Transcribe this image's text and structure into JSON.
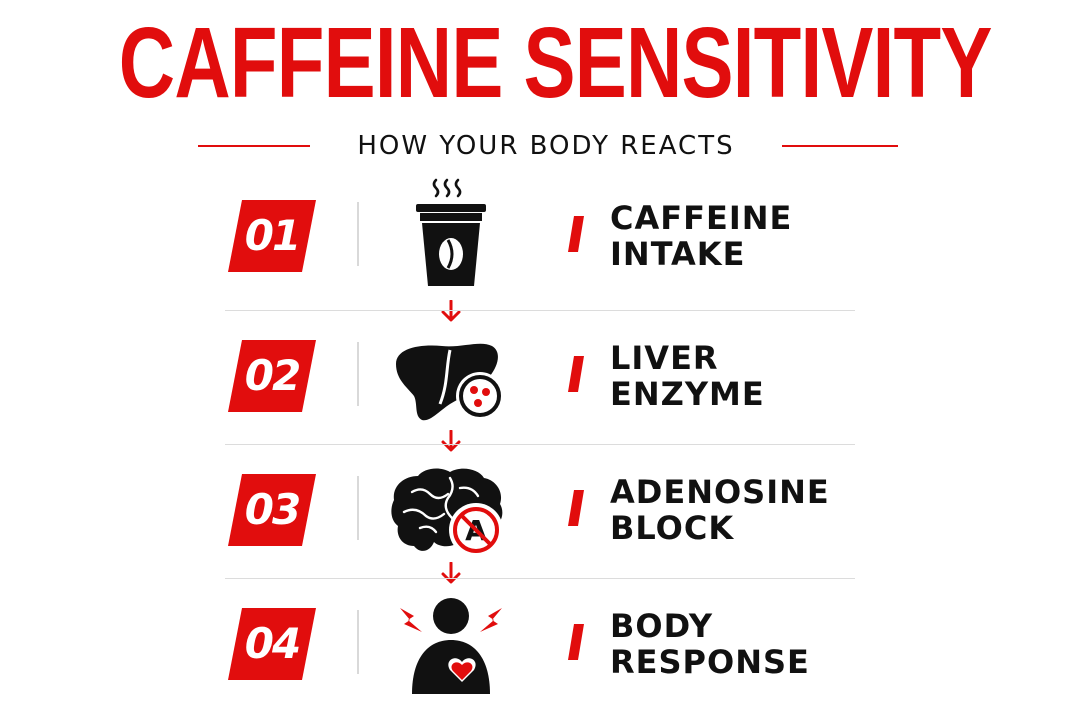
{
  "title": "CAFFEINE SENSITIVITY",
  "subtitle": "HOW YOUR BODY REACTS",
  "colors": {
    "accent": "#e10d0d",
    "text": "#111111",
    "divider": "#dcdcdc"
  },
  "steps": [
    {
      "number": "01",
      "line1": "CAFFEINE",
      "line2": "INTAKE",
      "icon": "coffee-cup-icon"
    },
    {
      "number": "02",
      "line1": "LIVER",
      "line2": "ENZYME",
      "icon": "liver-enzyme-icon"
    },
    {
      "number": "03",
      "line1": "ADENOSINE",
      "line2": "BLOCK",
      "icon": "brain-adenosine-block-icon"
    },
    {
      "number": "04",
      "line1": "BODY",
      "line2": "RESPONSE",
      "icon": "body-heart-icon"
    }
  ],
  "blocked_symbol_letter": "A"
}
